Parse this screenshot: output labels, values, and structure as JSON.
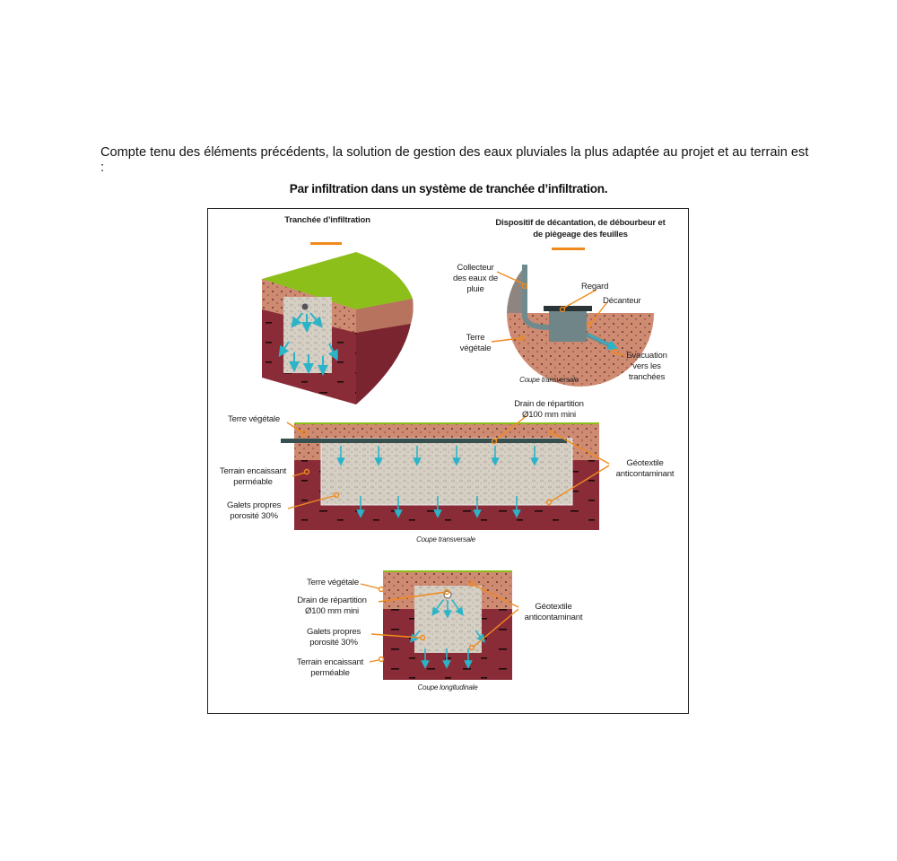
{
  "intro_text": "Compte tenu des éléments précédents, la solution de gestion des eaux pluviales la plus adaptée au projet et au terrain est :",
  "headline": "Par infiltration dans un système de tranchée d’infiltration.",
  "figure": {
    "left_title": "Tranchée d’infiltration",
    "right_title_line1": "Dispositif de décantation, de débourbeur et",
    "right_title_line2": "de piègeage des feuilles",
    "device_labels": {
      "collecteur": [
        "Collecteur",
        "des eaux de",
        "pluie"
      ],
      "regard": "Regard",
      "decanteur": "Décanteur",
      "terre": [
        "Terre",
        "végétale"
      ],
      "evacuation": [
        "Evacuation",
        "vers les",
        "tranchées"
      ],
      "caption": "Coupe transversale"
    },
    "transverse": {
      "terre": "Terre végétale",
      "drain": [
        "Drain de répartition",
        "Ø100 mm mini"
      ],
      "terrain": [
        "Terrain encaissant",
        "perméable"
      ],
      "galets": [
        "Galets propres",
        "porosité 30%"
      ],
      "geotextile": [
        "Géotextile",
        "anticontaminant"
      ],
      "caption": "Coupe transversale"
    },
    "longitudinal": {
      "terre": "Terre végétale",
      "drain": [
        "Drain de répartition",
        "Ø100 mm mini"
      ],
      "galets": [
        "Galets propres",
        "porosité 30%"
      ],
      "terrain": [
        "Terrain encaissant",
        "perméable"
      ],
      "geotextile": [
        "Géotextile",
        "anticontaminant"
      ],
      "caption": "Coupe longitudinale"
    }
  },
  "colors": {
    "accent": "#f08a1c",
    "grass": "#8cbf1a",
    "topsoil": "#cf8a72",
    "subsoil": "#8a2c38",
    "gravel": "#d6cfc4",
    "water": "#2bb4c8"
  }
}
